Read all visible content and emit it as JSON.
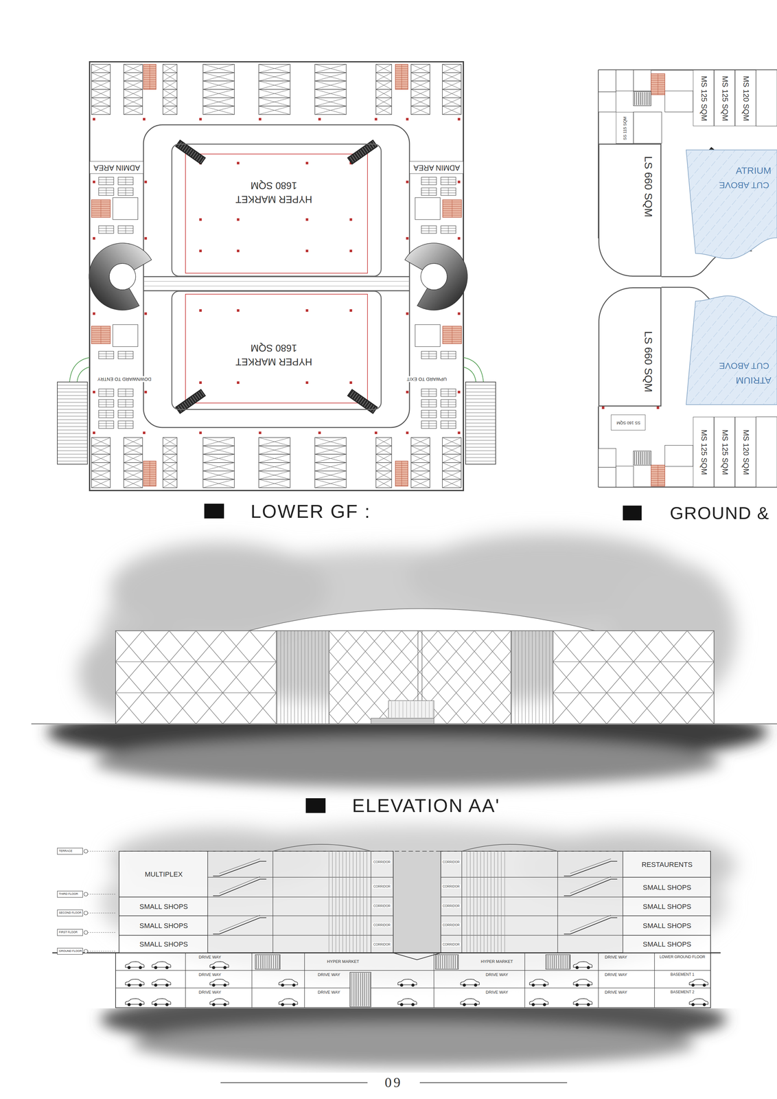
{
  "diagram": {
    "nodes": [
      {
        "text": [
          "HYPER MARKET",
          "1680 SQM"
        ]
      },
      {
        "text": [
          "HYPER MARKET",
          "1680 SQM"
        ]
      },
      {
        "text": [
          "ADMIN AREA"
        ]
      },
      {
        "text": [
          "ADMIN AREA"
        ]
      },
      {
        "text": [
          "MS 125 SQM"
        ]
      },
      {
        "text": [
          "MS 125 SQM"
        ]
      },
      {
        "text": [
          "MS 120 SQM"
        ]
      },
      {
        "text": [
          "SS 115 SQM"
        ]
      },
      {
        "text": [
          "LS 660 SQM"
        ]
      },
      {
        "text": [
          "ATRIUM",
          "CUT ABOVE"
        ]
      },
      {
        "text": [
          "LS 660 SQM"
        ]
      },
      {
        "text": [
          "CUT ABOVE",
          "ATRIUM"
        ]
      },
      {
        "text": [
          "SS 160 SQM"
        ]
      },
      {
        "text": [
          "MS 125 SQM"
        ]
      },
      {
        "text": [
          "MS 125 SQM"
        ]
      },
      {
        "text": [
          "MS 120 SQM"
        ]
      },
      {
        "text": [
          "MULTIPLEX"
        ]
      },
      {
        "text": [
          "SMALL SHOPS"
        ]
      },
      {
        "text": [
          "SMALL SHOPS"
        ]
      },
      {
        "text": [
          "SMALL SHOPS"
        ]
      },
      {
        "text": [
          "RESTAURENTS"
        ]
      },
      {
        "text": [
          "SMALL SHOPS"
        ]
      },
      {
        "text": [
          "SMALL SHOPS"
        ]
      },
      {
        "text": [
          "SMALL SHOPS"
        ]
      },
      {
        "text": [
          "SMALL SHOPS"
        ]
      }
    ],
    "labels": [
      "DOWNWARD TO ENTRY",
      "UPWARD TO EXIT",
      "LOWER GF :",
      "GROUND &",
      "ELEVATION AA'",
      "CORRIDOR",
      "CORRIDOR",
      "CORRIDOR",
      "CORRIDOR",
      "CORRIDOR",
      "CORRIDOR",
      "CORRIDOR",
      "CORRIDOR",
      "CORRIDOR",
      "CORRIDOR",
      "HYPER MARKET",
      "HYPER MARKET",
      "DRIVE WAY",
      "DRIVE WAY",
      "DRIVE WAY",
      "DRIVE WAY",
      "DRIVE WAY",
      "DRIVE WAY",
      "DRIVE WAY",
      "DRIVE WAY",
      "DRIVE WAY",
      "DRIVE WAY",
      "LOWER GROUND FLOOR",
      "BASEMENT 1",
      "BASEMENT 2",
      "TERRACE",
      "THIRD FLOOR",
      "SECOND FLOOR",
      "FIRST FLOOR",
      "GROUND FLOOR",
      "09"
    ]
  }
}
